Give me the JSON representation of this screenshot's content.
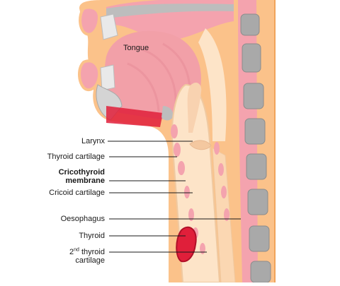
{
  "diagram": {
    "tongue_label": "Tongue",
    "labels": [
      {
        "id": "larynx",
        "text": "Larynx"
      },
      {
        "id": "thyroid-cartilage",
        "text": "Thyroid cartilage"
      },
      {
        "id": "cricothyroid-1",
        "text": "Cricothyroid"
      },
      {
        "id": "cricothyroid-2",
        "text": "membrane"
      },
      {
        "id": "cricoid-cartilage",
        "text": "Cricoid cartilage"
      },
      {
        "id": "oesophagus",
        "text": "Oesophagus"
      },
      {
        "id": "thyroid",
        "text": "Thyroid"
      },
      {
        "id": "second-thyroid-num",
        "text": "2"
      },
      {
        "id": "second-thyroid-sup",
        "text": "nd"
      },
      {
        "id": "second-thyroid-rest",
        "text": "thyroid"
      },
      {
        "id": "second-thyroid-2",
        "text": "cartilage"
      }
    ]
  },
  "colors": {
    "skin": "#fbc28a",
    "skin_dark": "#f0a45a",
    "tongue": "#f2a0a8",
    "pink": "#f4a3ae",
    "bone": "#a9a9a9",
    "bone_light": "#d4d4d4",
    "trachea": "#fde4c8",
    "thyroid": "#e01f3a",
    "line": "#1a1a1a"
  }
}
